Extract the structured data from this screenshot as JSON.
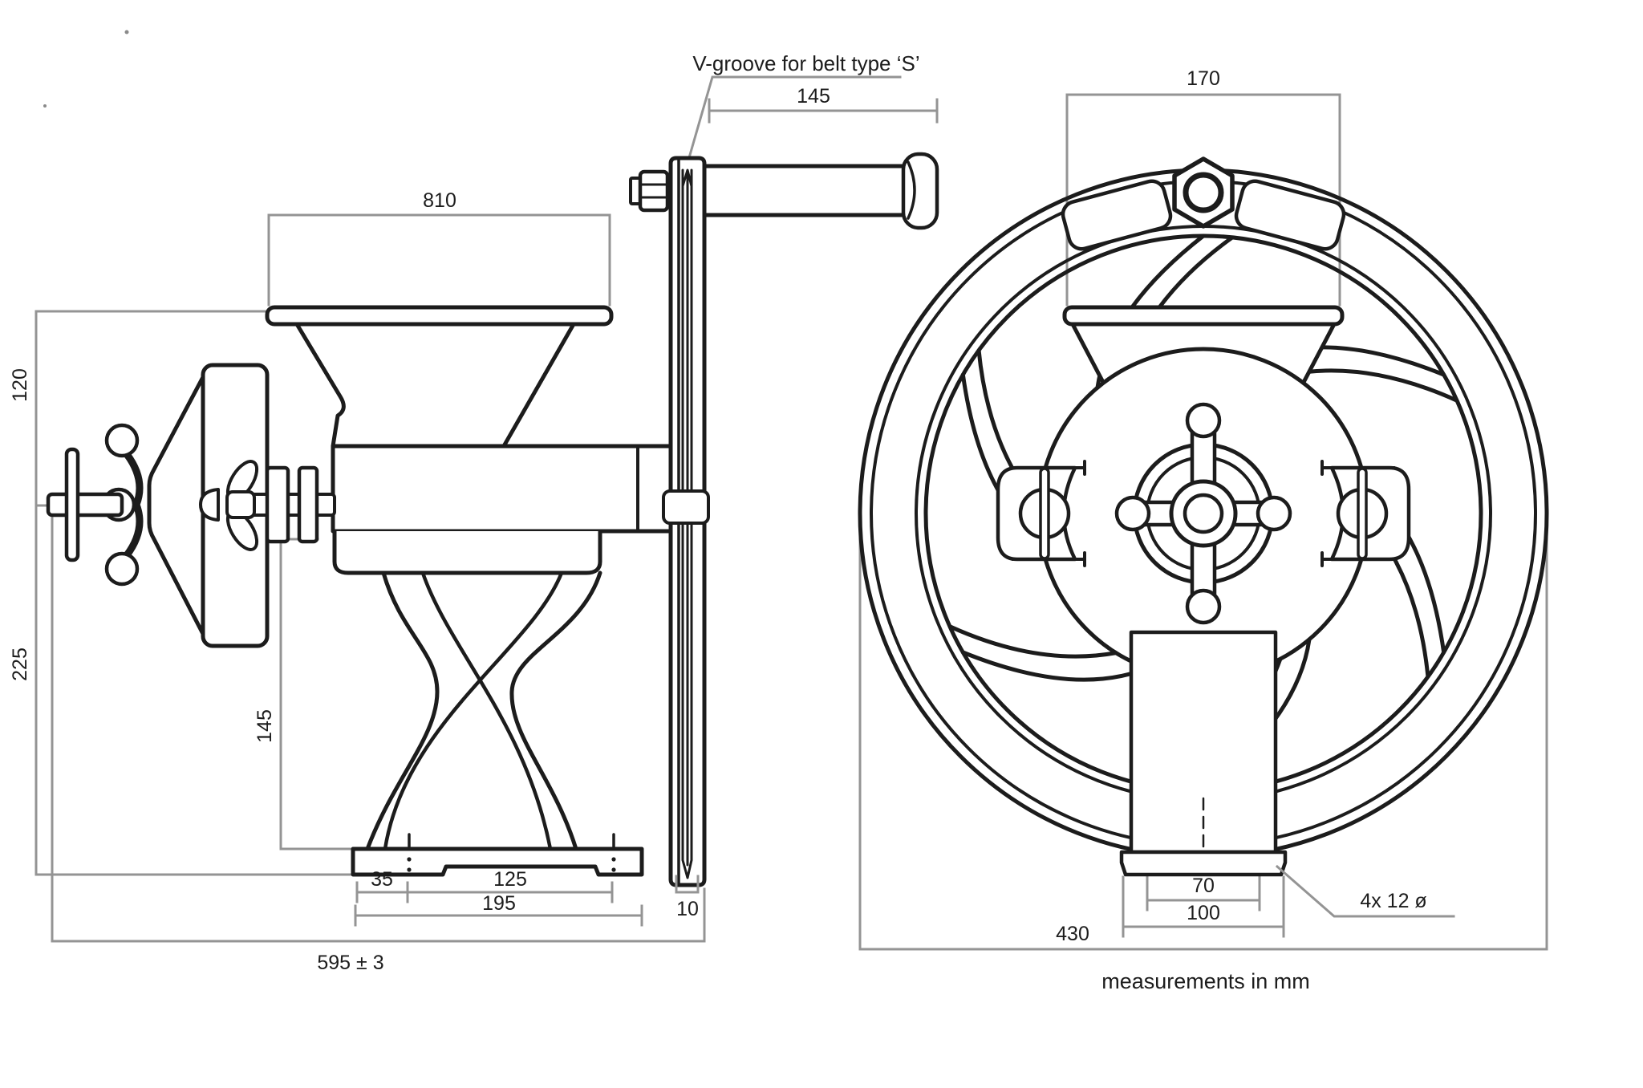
{
  "notes": {
    "v_groove": "V-groove for belt type ‘S’",
    "bolt_holes": "4x 12 ø",
    "units": "measurements in mm"
  },
  "side_view": {
    "dims": {
      "handle_length": "145",
      "hopper_width": "810",
      "rim_to_axis": "120",
      "axis_to_base": "225",
      "body_to_base": "145",
      "edge_to_bolt": "35",
      "bolt_spacing": "125",
      "base_width": "195",
      "pulley_width": "10",
      "overall_length": "595 ± 3"
    }
  },
  "front_view": {
    "dims": {
      "hopper_width": "170",
      "bolt_spacing": "70",
      "base_width": "100",
      "flywheel_diameter": "430"
    }
  }
}
